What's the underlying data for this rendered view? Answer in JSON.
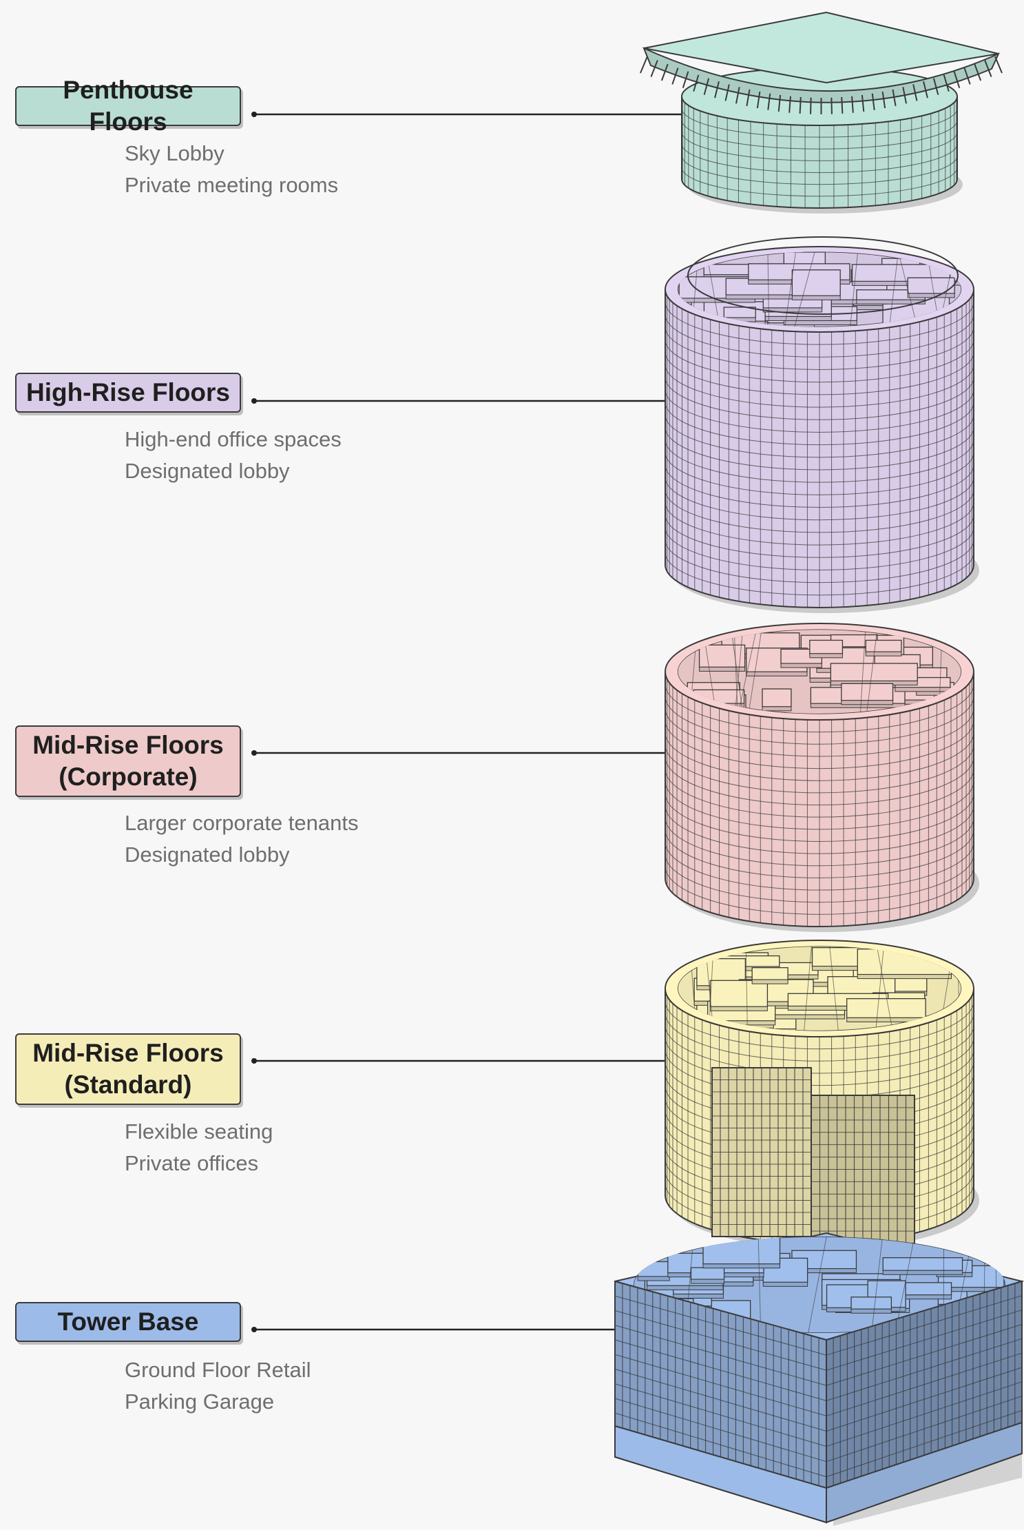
{
  "tiers": [
    {
      "id": "penthouse",
      "title": "Penthouse Floors",
      "details": [
        "Sky Lobby",
        "Private meeting rooms"
      ],
      "fill": "#b9ddd3",
      "shape": "crown-cylinder"
    },
    {
      "id": "high-rise",
      "title": "High-Rise Floors",
      "details": [
        "High-end office spaces",
        "Designated lobby"
      ],
      "fill": "#d9cce8",
      "shape": "cylinder"
    },
    {
      "id": "mid-rise-corporate",
      "title": "Mid-Rise Floors\n(Corporate)",
      "details": [
        "Larger corporate tenants",
        "Designated lobby"
      ],
      "fill": "#eecaca",
      "shape": "cylinder"
    },
    {
      "id": "mid-rise-standard",
      "title": "Mid-Rise Floors\n(Standard)",
      "details": [
        "Flexible seating",
        "Private offices"
      ],
      "fill": "#f5edb8",
      "shape": "cylinder-with-block"
    },
    {
      "id": "tower-base",
      "title": "Tower Base",
      "details": [
        "Ground Floor Retail",
        "Parking Garage"
      ],
      "fill": "#9dbbe8",
      "shape": "block"
    }
  ],
  "colors": {
    "background": "#f7f7f7",
    "line": "#222222",
    "grid": "#3a3a3a",
    "label_text": "#1f1f1f",
    "detail_text": "#6e6e6e"
  }
}
